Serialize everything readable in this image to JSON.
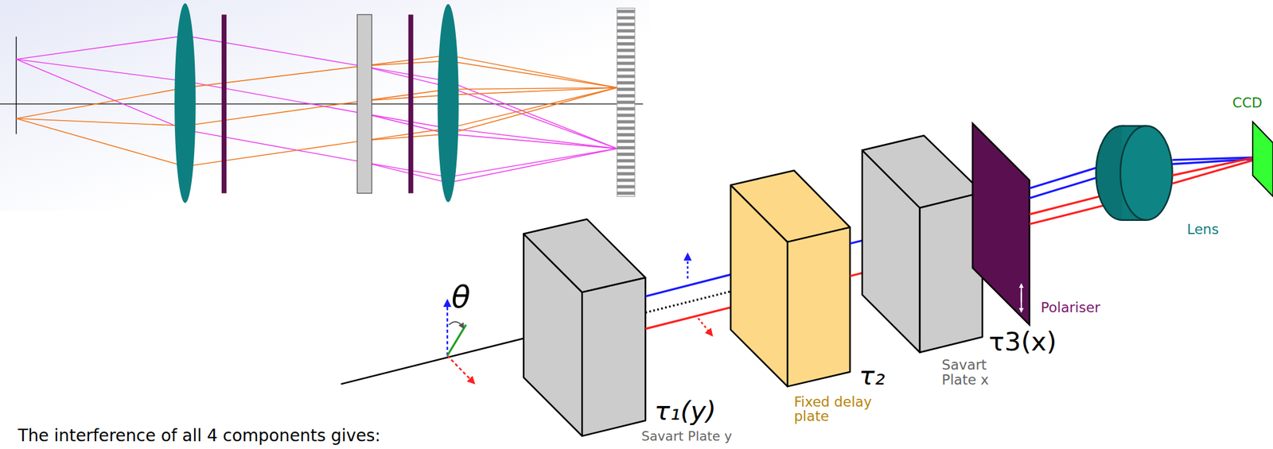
{
  "diagram": {
    "labels": [
      "The interference of all 4 components gives:",
      "θ",
      "τ₁(y)",
      "Savart Plate y",
      "τ₂",
      "Fixed delay plate",
      "Savart Plate x",
      "τ3(x)",
      "Polariser",
      "Lens",
      "CCD"
    ]
  }
}
